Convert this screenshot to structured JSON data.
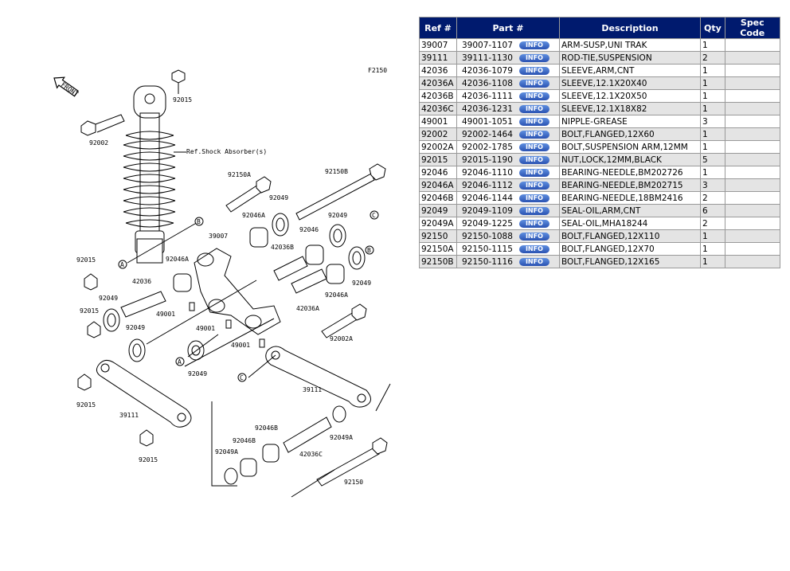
{
  "diagram": {
    "code": "F2150",
    "front_label": "FRONT",
    "ref_text": "Ref.Shock Absorber(s)",
    "callouts": {
      "A": "A",
      "B": "B",
      "C": "C"
    },
    "labels": {
      "l92015a": "92015",
      "l92002": "92002",
      "l92150A": "92150A",
      "l92150B": "92150B",
      "l92049a": "92049",
      "l92046Aa": "92046A",
      "l92049b": "92049",
      "l39007": "39007",
      "l92046": "92046",
      "l42036B": "42036B",
      "l92015b": "92015",
      "l92046Ab": "92046A",
      "l42036": "42036",
      "l92049c": "92049",
      "l92049d": "92049",
      "l92046Ac": "92046A",
      "l92015c": "92015",
      "l92049e": "92049",
      "l49001a": "49001",
      "l42036A": "42036A",
      "l49001b": "49001",
      "l49001c": "49001",
      "l92002A": "92002A",
      "l92049f": "92049",
      "l39111a": "39111",
      "l92015d": "92015",
      "l39111b": "39111",
      "l92015e": "92015",
      "l92046B": "92046B",
      "l92046Bb": "92046B",
      "l92049A": "92049A",
      "l92049Ab": "92049A",
      "l42036C": "42036C",
      "l92150": "92150"
    }
  },
  "table": {
    "headers": [
      "Ref #",
      "Part #",
      "Description",
      "Qty",
      "Spec Code"
    ],
    "info_label": "INFO",
    "rows": [
      {
        "ref": "39007",
        "part": "39007-1107",
        "desc": "ARM-SUSP,UNI TRAK",
        "qty": "1",
        "spec": ""
      },
      {
        "ref": "39111",
        "part": "39111-1130",
        "desc": "ROD-TIE,SUSPENSION",
        "qty": "2",
        "spec": ""
      },
      {
        "ref": "42036",
        "part": "42036-1079",
        "desc": "SLEEVE,ARM,CNT",
        "qty": "1",
        "spec": ""
      },
      {
        "ref": "42036A",
        "part": "42036-1108",
        "desc": "SLEEVE,12.1X20X40",
        "qty": "1",
        "spec": ""
      },
      {
        "ref": "42036B",
        "part": "42036-1111",
        "desc": "SLEEVE,12.1X20X50",
        "qty": "1",
        "spec": ""
      },
      {
        "ref": "42036C",
        "part": "42036-1231",
        "desc": "SLEEVE,12.1X18X82",
        "qty": "1",
        "spec": ""
      },
      {
        "ref": "49001",
        "part": "49001-1051",
        "desc": "NIPPLE-GREASE",
        "qty": "3",
        "spec": ""
      },
      {
        "ref": "92002",
        "part": "92002-1464",
        "desc": "BOLT,FLANGED,12X60",
        "qty": "1",
        "spec": ""
      },
      {
        "ref": "92002A",
        "part": "92002-1785",
        "desc": "BOLT,SUSPENSION ARM,12MM",
        "qty": "1",
        "spec": ""
      },
      {
        "ref": "92015",
        "part": "92015-1190",
        "desc": "NUT,LOCK,12MM,BLACK",
        "qty": "5",
        "spec": ""
      },
      {
        "ref": "92046",
        "part": "92046-1110",
        "desc": "BEARING-NEEDLE,BM202726",
        "qty": "1",
        "spec": ""
      },
      {
        "ref": "92046A",
        "part": "92046-1112",
        "desc": "BEARING-NEEDLE,BM202715",
        "qty": "3",
        "spec": ""
      },
      {
        "ref": "92046B",
        "part": "92046-1144",
        "desc": "BEARING-NEEDLE,18BM2416",
        "qty": "2",
        "spec": ""
      },
      {
        "ref": "92049",
        "part": "92049-1109",
        "desc": "SEAL-OIL,ARM,CNT",
        "qty": "6",
        "spec": ""
      },
      {
        "ref": "92049A",
        "part": "92049-1225",
        "desc": "SEAL-OIL,MHA18244",
        "qty": "2",
        "spec": ""
      },
      {
        "ref": "92150",
        "part": "92150-1088",
        "desc": "BOLT,FLANGED,12X110",
        "qty": "1",
        "spec": ""
      },
      {
        "ref": "92150A",
        "part": "92150-1115",
        "desc": "BOLT,FLANGED,12X70",
        "qty": "1",
        "spec": ""
      },
      {
        "ref": "92150B",
        "part": "92150-1116",
        "desc": "BOLT,FLANGED,12X165",
        "qty": "1",
        "spec": ""
      }
    ]
  }
}
